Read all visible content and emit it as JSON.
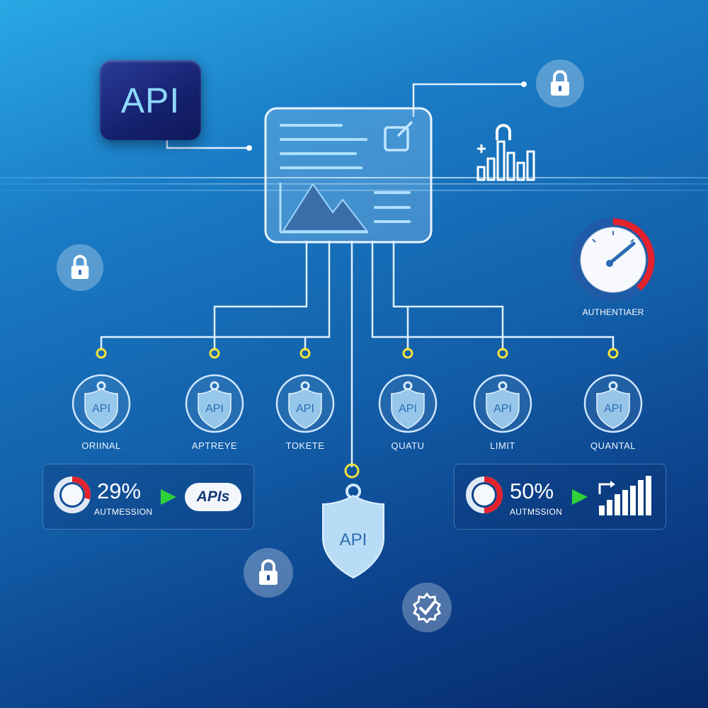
{
  "logo": {
    "text": "API"
  },
  "nodes": [
    {
      "badge": "API",
      "label": "ORIINAL"
    },
    {
      "badge": "API",
      "label": "APTREYE"
    },
    {
      "badge": "API",
      "label": "TOKETE"
    },
    {
      "badge": "API",
      "label": "QUATU"
    },
    {
      "badge": "API",
      "label": "LIMIT"
    },
    {
      "badge": "API",
      "label": "QUANTAL"
    }
  ],
  "center_shield": {
    "badge": "API"
  },
  "gauge": {
    "label": "AUTHENTIAER",
    "level": 0.62
  },
  "stats": [
    {
      "value": "29%",
      "label": "AUTMESSION",
      "chip": "APIs",
      "ring_fill": 0.29
    },
    {
      "value": "50%",
      "label": "AUTMSSION",
      "ring_fill": 0.5
    }
  ],
  "colors": {
    "accent_yellow": "#f2e23a",
    "accent_red": "#e4222e",
    "accent_green": "#2fd13a",
    "line": "#dff0ff"
  },
  "icons": [
    "lock-icon",
    "bar-chart-icon",
    "gauge-icon",
    "shield-icon",
    "check-icon",
    "image-icon",
    "edit-icon"
  ]
}
